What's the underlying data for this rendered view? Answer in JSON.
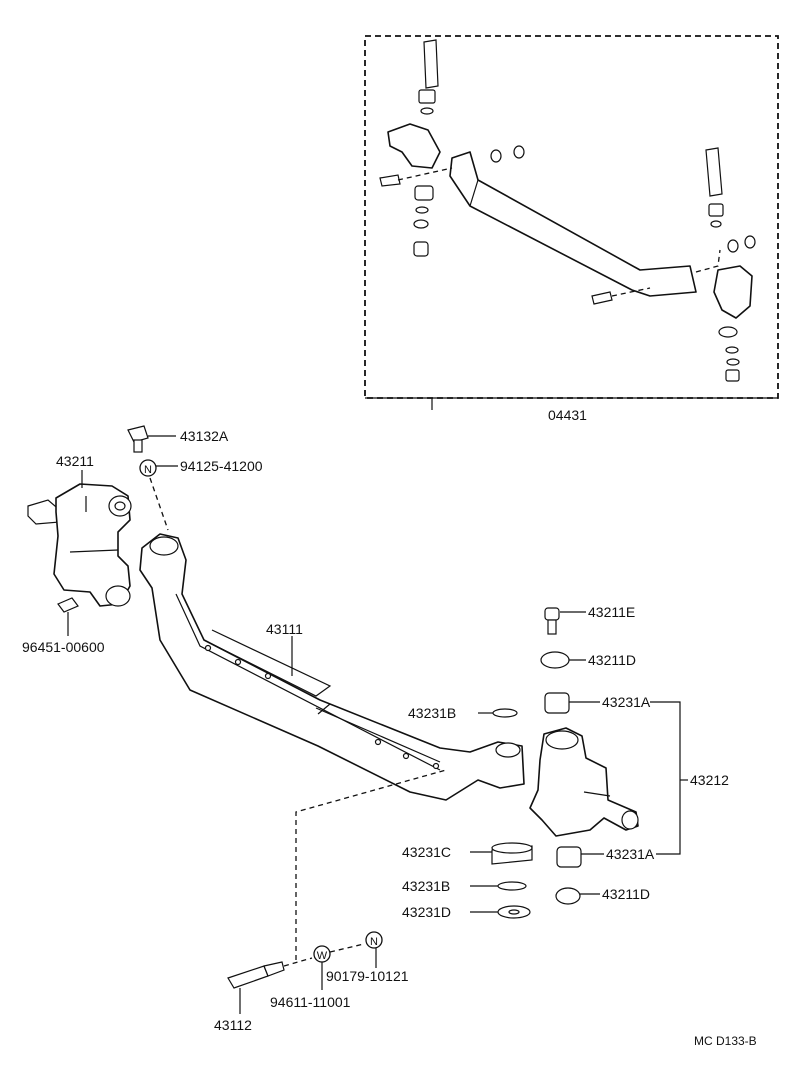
{
  "diagram": {
    "labels": {
      "kit_ref": "04431",
      "bolt_top": "43132A",
      "knuckle_left": "43211",
      "nut_top": "94125-41200",
      "grease_left": "96451-00600",
      "axle_beam": "43111",
      "grease_right": "43211E",
      "plug_upper": "43211D",
      "seal_b_upper": "43231B",
      "bushing_a_upper": "43231A",
      "knuckle_right": "43212",
      "bearing_c": "43231C",
      "bushing_a_lower": "43231A",
      "seal_b_lower": "43231B",
      "plug_lower": "43211D",
      "shim_d": "43231D",
      "washer_nut": "90179-10121",
      "washer": "94611-11001",
      "pin": "43112",
      "diagram_code": "MC D133-B"
    },
    "badges": {
      "nut": "N",
      "washer": "W"
    }
  }
}
